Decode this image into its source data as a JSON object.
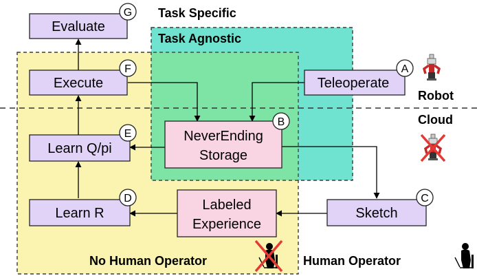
{
  "colors": {
    "yellow_region": "#fbf4b0",
    "cyan_region": "#6fe3cf",
    "green_overlap": "#7ee4a6",
    "purple_box": "#e0d3f7",
    "pink_box": "#f9d4e2"
  },
  "regions": {
    "task_specific": "Task Specific",
    "task_agnostic": "Task Agnostic",
    "robot": "Robot",
    "cloud": "Cloud",
    "no_human_operator": "No Human Operator",
    "human_operator": "Human Operator"
  },
  "boxes": {
    "evaluate": {
      "label": "Evaluate",
      "badge": "G"
    },
    "execute": {
      "label": "Execute",
      "badge": "F"
    },
    "teleoperate": {
      "label": "Teleoperate",
      "badge": "A"
    },
    "storage": {
      "line1": "NeverEnding",
      "line2": "Storage",
      "badge": "B"
    },
    "learn_q": {
      "label": "Learn Q/pi",
      "badge": "E"
    },
    "learn_r": {
      "label": "Learn R",
      "badge": "D"
    },
    "labeled": {
      "line1": "Labeled",
      "line2": "Experience"
    },
    "sketch": {
      "label": "Sketch",
      "badge": "C"
    }
  },
  "icons": {
    "robot": "robot-arm-icon",
    "robot_crossed": "robot-arm-crossed-icon",
    "operator": "human-operator-icon",
    "operator_crossed": "human-operator-crossed-icon"
  }
}
